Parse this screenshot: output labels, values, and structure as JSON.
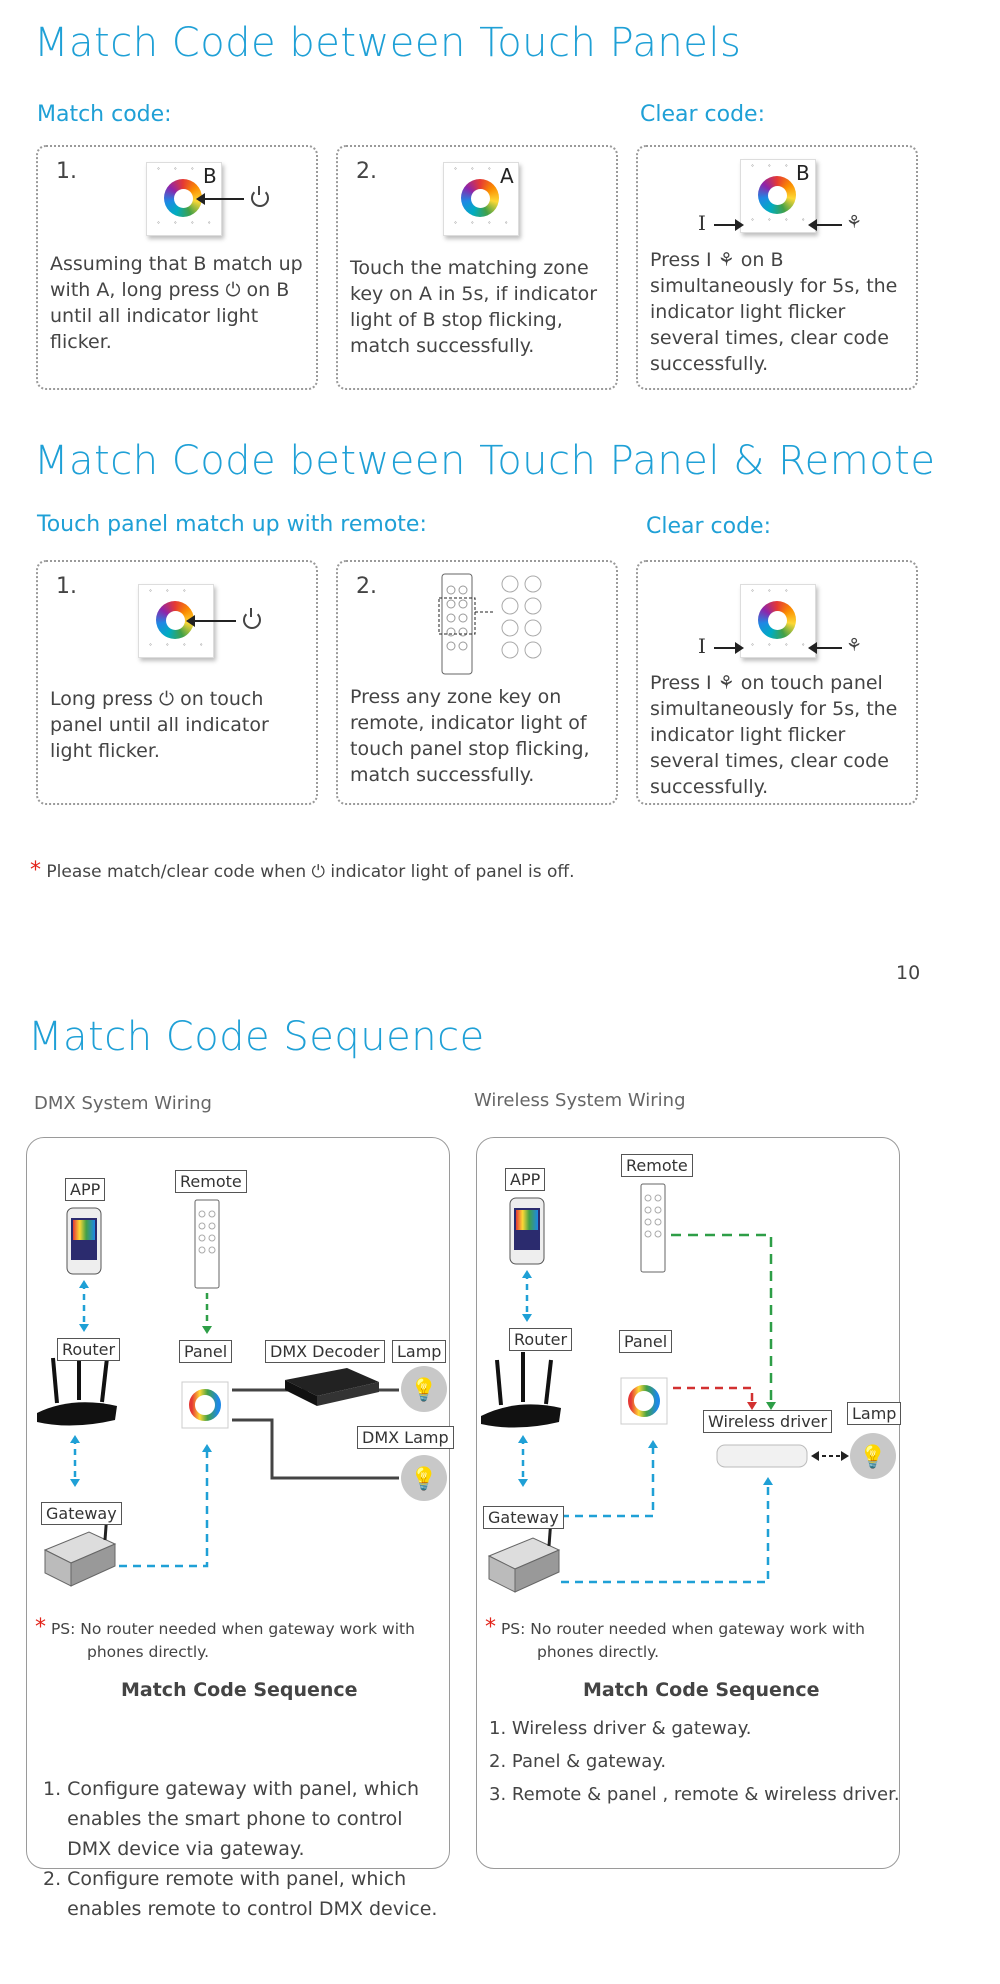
{
  "sections": {
    "s1_title": "Match Code between Touch Panels",
    "s1_match_label": "Match code:",
    "s1_clear_label": "Clear code:",
    "s1_step1_num": "1.",
    "s1_step1_text": [
      "Assuming that B match up",
      "with A, long press ⏻ on B",
      "until all indicator light",
      "flicker."
    ],
    "s1_step2_num": "2.",
    "s1_step2_text": [
      "Touch the matching zone",
      "key on A in 5s, if indicator",
      "light of B stop flicking,",
      "match successfully."
    ],
    "s1_clear_text": [
      "Press  I ⚘  on B",
      "simultaneously for 5s, the",
      "indicator light flicker",
      "several times, clear code",
      "successfully."
    ],
    "letter_b": "B",
    "letter_a": "A",
    "s2_title": "Match Code between Touch Panel & Remote",
    "s2_match_label": "Touch panel match up with remote:",
    "s2_clear_label": "Clear code:",
    "s2_step1_num": "1.",
    "s2_step1_text": [
      "Long press ⏻ on touch",
      "panel until all indicator",
      "light flicker."
    ],
    "s2_step2_num": "2.",
    "s2_step2_text": [
      "Press any zone key on",
      "remote, indicator light of",
      "touch panel stop flicking,",
      "match successfully."
    ],
    "s2_clear_text": [
      "Press I ⚘ on touch panel",
      "simultaneously for 5s, the",
      "indicator light flicker",
      "several times, clear code",
      "successfully."
    ],
    "note": "Please match/clear code when ⏻ indicator light of panel is off.",
    "page_number": "10",
    "s3_title": "Match Code Sequence",
    "dmx_label": "DMX System Wiring",
    "wireless_label": "Wireless System Wiring"
  },
  "dmx": {
    "app": "APP",
    "remote": "Remote",
    "router": "Router",
    "panel": "Panel",
    "decoder": "DMX Decoder",
    "lamp": "Lamp",
    "dmx_lamp": "DMX Lamp",
    "gateway": "Gateway",
    "ps_line1": "PS: No router needed when gateway work with",
    "ps_line2": "phones directly.",
    "seq_title": "Match Code Sequence",
    "seq": [
      "1. Configure gateway with panel, which",
      "    enables the smart phone to control",
      "    DMX device via gateway.",
      "2. Configure remote with panel, which",
      "    enables remote to control DMX device."
    ]
  },
  "wireless": {
    "app": "APP",
    "remote": "Remote",
    "router": "Router",
    "panel": "Panel",
    "driver": "Wireless driver",
    "lamp": "Lamp",
    "gateway": "Gateway",
    "ps_line1": "PS: No router needed when gateway work with",
    "ps_line2": "phones directly.",
    "seq_title": "Match Code Sequence",
    "seq": [
      "1. Wireless driver & gateway.",
      "2. Panel & gateway.",
      "3. Remote & panel , remote & wireless driver."
    ]
  },
  "colors": {
    "accent": "#1fa0d6",
    "star": "#e2231a",
    "green_link": "#2e9e47",
    "red_link": "#d23131",
    "blue_link": "#1fa0d6"
  }
}
